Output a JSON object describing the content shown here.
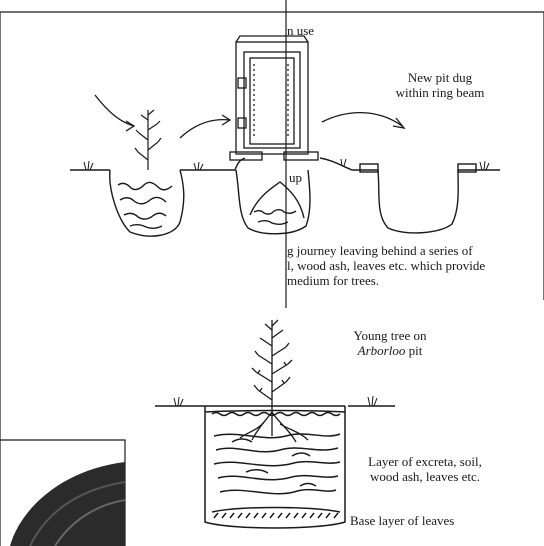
{
  "labels": {
    "in_use": "n use",
    "new_pit_line1": "New pit dug",
    "new_pit_line2": "within ring beam",
    "up": "up",
    "journey_line1": "g journey leaving behind a series of",
    "journey_line2": "l, wood ash, leaves etc. which provide",
    "journey_line3": "medium for trees.",
    "young_tree_line1": "Young tree on",
    "young_tree_line2_italic": "Arborloo",
    "young_tree_line2_rest": " pit",
    "layer_line1": "Layer of excreta, soil,",
    "layer_line2": "wood ash, leaves etc.",
    "base_layer": "Base layer of leaves"
  },
  "colors": {
    "ink": "#1a1a1a",
    "paper": "#ffffff",
    "photo_dark": "#2b2b2b"
  }
}
